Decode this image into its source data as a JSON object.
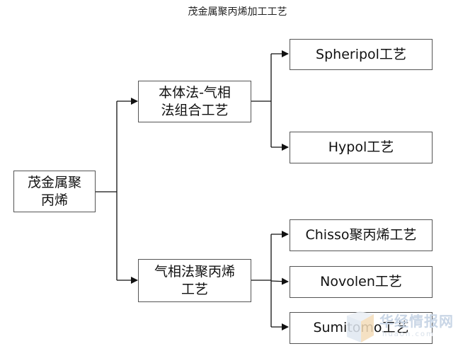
{
  "title": "茂金属聚丙烯加工工艺",
  "nodes": {
    "root": "茂金属聚\n丙烯",
    "bulk_gas": "本体法-气相\n法组合工艺",
    "gas_phase": "气相法聚丙烯\n工艺",
    "spheripol": "Spheripol工艺",
    "hypol": "Hypol工艺",
    "chisso": "Chisso聚丙烯工艺",
    "novolen": "Novolen工艺",
    "sumitomo": "Sumitomo工艺"
  },
  "watermark": {
    "brand": "华经情报网",
    "url": "huaon.com"
  }
}
